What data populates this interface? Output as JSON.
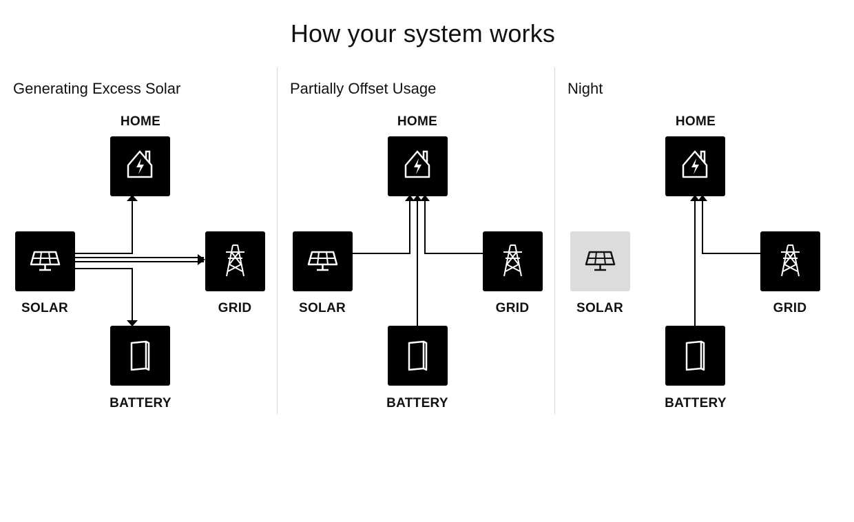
{
  "page": {
    "title": "How your system works"
  },
  "labels": {
    "home": "HOME",
    "solar": "SOLAR",
    "grid": "GRID",
    "battery": "BATTERY"
  },
  "panels": [
    {
      "id": "excess",
      "title": "Generating Excess Solar",
      "solar_active": true
    },
    {
      "id": "partial",
      "title": "Partially Offset Usage",
      "solar_active": true
    },
    {
      "id": "night",
      "title": "Night",
      "solar_active": false
    }
  ],
  "flows": {
    "excess": [
      "solar-to-home",
      "solar-to-grid",
      "solar-to-battery"
    ],
    "partial": [
      "solar-to-home",
      "battery-to-home",
      "grid-to-home"
    ],
    "night": [
      "battery-to-home",
      "grid-to-home"
    ]
  },
  "icons": {
    "home": "home-lightning-icon",
    "solar": "solar-panel-icon",
    "grid": "power-tower-icon",
    "battery": "battery-icon"
  },
  "colors": {
    "active_node": "#000000",
    "inactive_node": "#dcdcdc",
    "line": "#000000"
  }
}
